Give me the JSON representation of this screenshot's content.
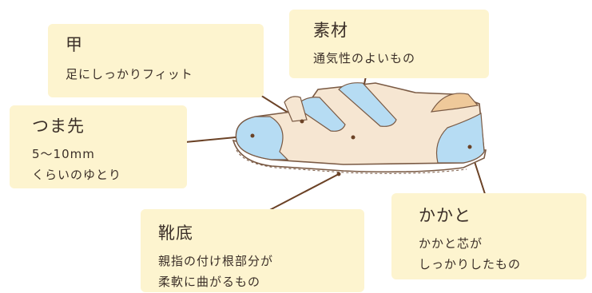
{
  "labels": {
    "instep": {
      "title": "甲",
      "desc": [
        "足にしっかりフィット"
      ]
    },
    "material": {
      "title": "素材",
      "desc": [
        "通気性のよいもの"
      ]
    },
    "toe": {
      "title": "つま先",
      "desc": [
        "5〜10mm",
        "くらいのゆとり"
      ]
    },
    "sole": {
      "title": "靴底",
      "desc": [
        "親指の付け根部分が",
        "柔軟に曲がるもの"
      ]
    },
    "heel": {
      "title": "かかと",
      "desc": [
        "かかと芯が",
        "しっかりしたもの"
      ]
    }
  },
  "colors": {
    "box_bg": "#fdf4cf",
    "shoe_body": "#f6e6d2",
    "shoe_blue": "#b6dcf3",
    "outline": "#7a5a44",
    "sole": "#ffffff",
    "leader": "#6b4226"
  }
}
